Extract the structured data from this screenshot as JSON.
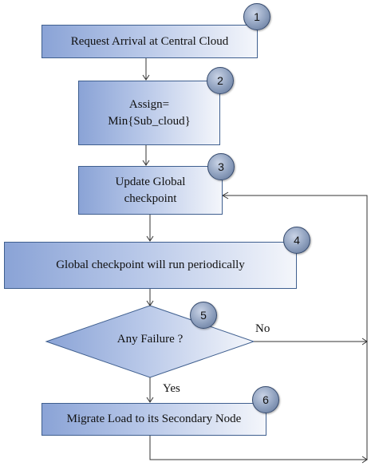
{
  "diagram": {
    "steps": {
      "request_arrival": {
        "label": "Request Arrival  at  Central Cloud",
        "number": "1"
      },
      "assign": {
        "line1": "Assign=",
        "line2": "Min{Sub_cloud}",
        "number": "2"
      },
      "update_checkpoint": {
        "line1": "Update Global",
        "line2": "checkpoint",
        "number": "3"
      },
      "periodic_checkpoint": {
        "label": "Global checkpoint will  run periodically",
        "number": "4"
      },
      "failure_decision": {
        "label": "Any Failure  ?",
        "number": "5"
      },
      "migrate_load": {
        "label": "Migrate  Load to its Secondary Node",
        "number": "6"
      }
    },
    "edges": {
      "no_label": "No",
      "yes_label": "Yes"
    },
    "colors": {
      "box_dark": "#8aa3d6",
      "box_light": "#f4f6fb",
      "border": "#3f5f8f",
      "badge": "#8d9fbd"
    }
  }
}
